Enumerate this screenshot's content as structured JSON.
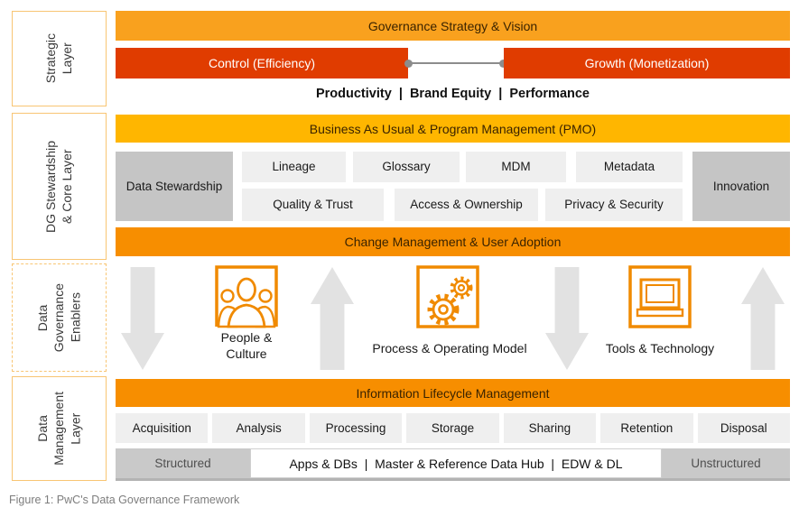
{
  "colors": {
    "orange": "#F9A11E",
    "amber": "#FFB600",
    "dark_orange": "#F78E00",
    "red_orange": "#E03C00",
    "light_gray_box": "#EFEFEF",
    "dark_gray_box": "#C5C5C5",
    "arrow_gray": "#E2E2E2",
    "icon_orange": "#F08A00"
  },
  "left_labels": {
    "strategic": "Strategic\nLayer",
    "stewardship": "DG Stewardship\n& Core Layer",
    "enablers": "Data\nGovernance\nEnablers",
    "management": "Data\nManagement\nLayer"
  },
  "strategic": {
    "vision_bar": "Governance Strategy & Vision",
    "control_bar": "Control (Efficiency)",
    "growth_bar": "Growth (Monetization)",
    "metrics": "Productivity  |  Brand Equity  |  Performance"
  },
  "stewardship": {
    "bau_bar": "Business As Usual & Program Management (PMO)",
    "data_stewardship": "Data Stewardship",
    "row1": [
      "Lineage",
      "Glossary",
      "MDM",
      "Metadata"
    ],
    "row2": [
      "Quality & Trust",
      "Access & Ownership",
      "Privacy & Security"
    ],
    "innovation": "Innovation",
    "change_bar": "Change Management & User Adoption"
  },
  "enablers": {
    "people": "People &\nCulture",
    "process": "Process & Operating Model",
    "tools": "Tools & Technology",
    "icons": [
      "people-icon",
      "gears-icon",
      "laptop-icon"
    ]
  },
  "management": {
    "ilm_bar": "Information Lifecycle Management",
    "lifecycle": [
      "Acquisition",
      "Analysis",
      "Processing",
      "Storage",
      "Sharing",
      "Retention",
      "Disposal"
    ],
    "structured": "Structured",
    "hub": "Apps & DBs  |  Master & Reference Data Hub  |  EDW & DL",
    "unstructured": "Unstructured"
  },
  "caption": "Figure 1: PwC's Data Governance Framework"
}
